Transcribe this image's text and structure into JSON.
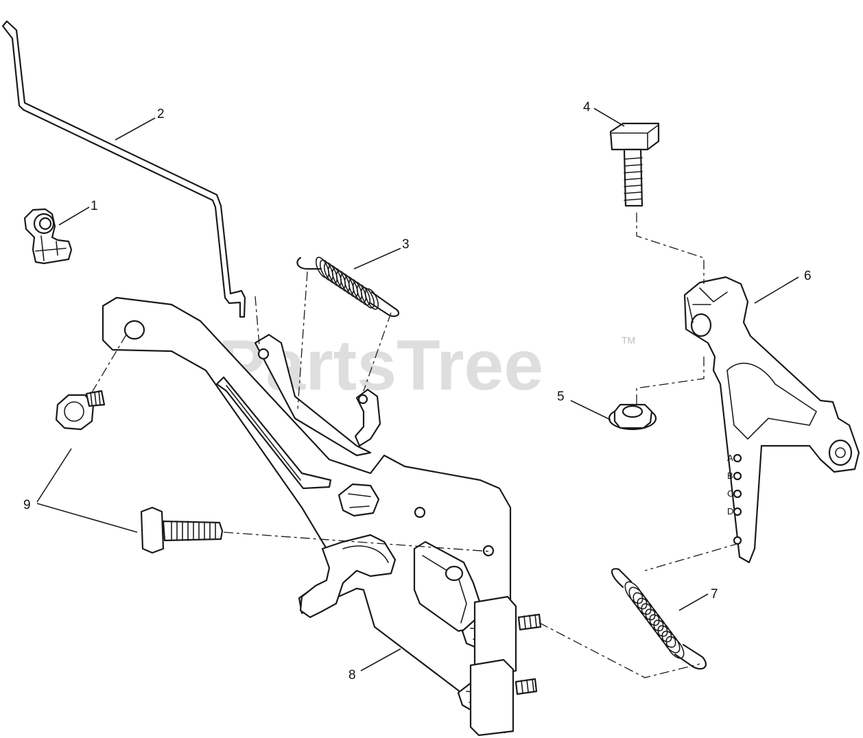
{
  "watermark": {
    "text": "PartsTree",
    "trademark": "TM"
  },
  "callouts": {
    "c1": "1",
    "c2": "2",
    "c3": "3",
    "c4": "4",
    "c5": "5",
    "c6": "6",
    "c7": "7",
    "c8": "8",
    "c9": "9"
  },
  "hole_labels": {
    "a": "A",
    "b": "B",
    "c": "C",
    "d": "D"
  }
}
